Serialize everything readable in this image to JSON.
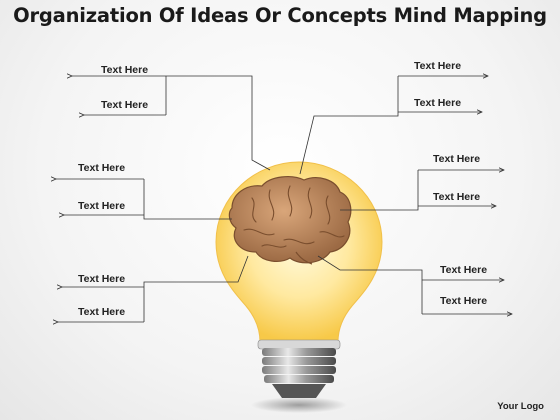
{
  "title": "Organization Of Ideas Or Concepts Mind Mapping",
  "labels": {
    "left": [
      "Text Here",
      "Text Here",
      "Text Here",
      "Text Here",
      "Text Here",
      "Text Here"
    ],
    "right": [
      "Text Here",
      "Text Here",
      "Text Here",
      "Text Here",
      "Text Here",
      "Text Here"
    ]
  },
  "logo": "Your Logo",
  "colors": {
    "bulb_yellow": "#ffe27a",
    "brain_brown": "#b07a52",
    "line": "#333333"
  }
}
